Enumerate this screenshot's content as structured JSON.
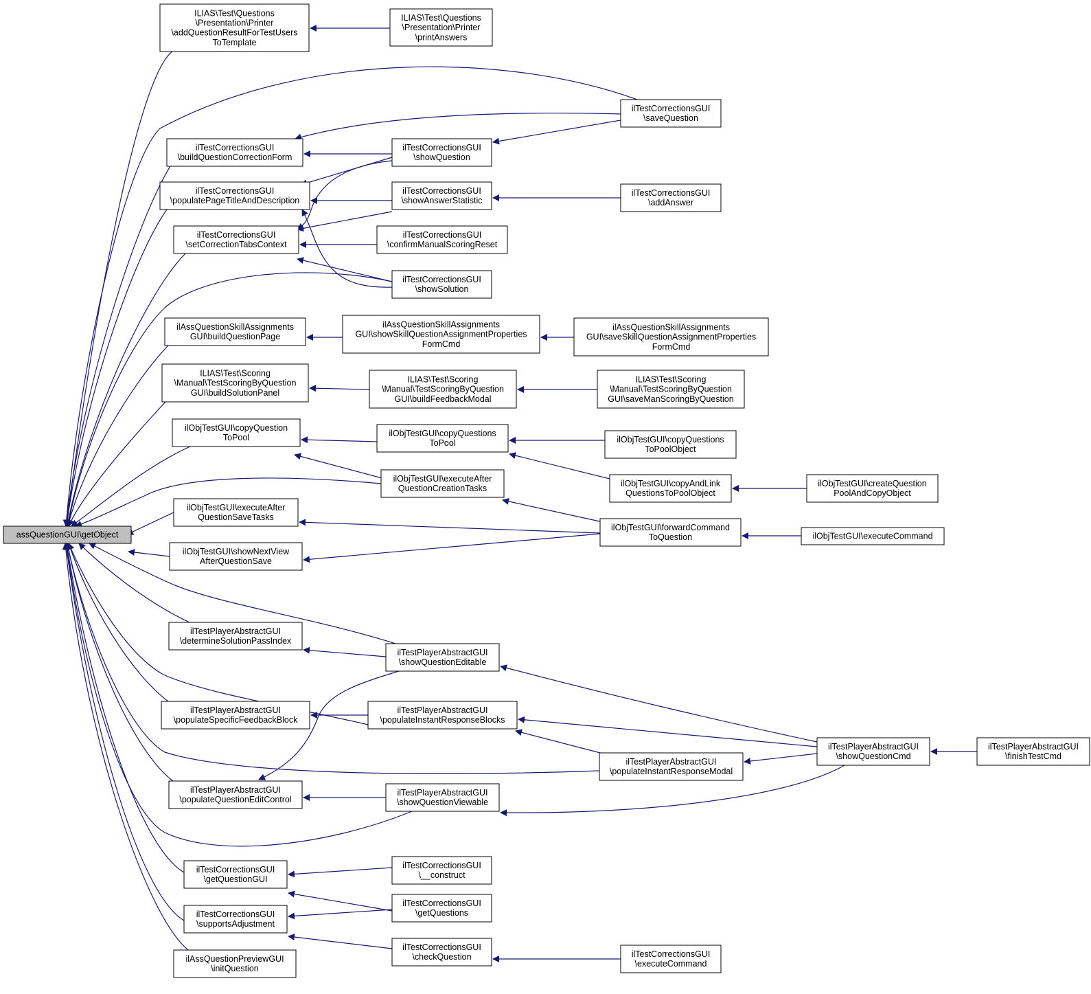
{
  "colors": {
    "edge": "#191970",
    "node_fill": "#ffffff",
    "root_fill": "#bfbfbf",
    "node_border": "#000000"
  },
  "nodes": [
    {
      "id": "root",
      "root": true,
      "lines": [
        "assQuestionGUI\\getObject"
      ]
    },
    {
      "id": "a1",
      "lines": [
        "ILIAS\\Test\\Questions",
        "\\Presentation\\Printer",
        "\\addQuestionResultForTestUsers",
        "ToTemplate"
      ]
    },
    {
      "id": "a2",
      "lines": [
        "ilTestCorrectionsGUI",
        "\\buildQuestionCorrectionForm"
      ]
    },
    {
      "id": "a3",
      "lines": [
        "ilTestCorrectionsGUI",
        "\\populatePageTitleAndDescription"
      ]
    },
    {
      "id": "a4",
      "lines": [
        "ilTestCorrectionsGUI",
        "\\setCorrectionTabsContext"
      ]
    },
    {
      "id": "a5",
      "lines": [
        "ilAssQuestionSkillAssignments",
        "GUI\\buildQuestionPage"
      ]
    },
    {
      "id": "a6",
      "lines": [
        "ILIAS\\Test\\Scoring",
        "\\Manual\\TestScoringByQuestion",
        "GUI\\buildSolutionPanel"
      ]
    },
    {
      "id": "a7",
      "lines": [
        "ilObjTestGUI\\copyQuestion",
        "ToPool"
      ]
    },
    {
      "id": "a8",
      "lines": [
        "ilObjTestGUI\\executeAfter",
        "QuestionSaveTasks"
      ]
    },
    {
      "id": "a9",
      "lines": [
        "ilObjTestGUI\\showNextView",
        "AfterQuestionSave"
      ]
    },
    {
      "id": "a10",
      "lines": [
        "ilTestPlayerAbstractGUI",
        "\\determineSolutionPassIndex"
      ]
    },
    {
      "id": "a11",
      "lines": [
        "ilTestPlayerAbstractGUI",
        "\\populateSpecificFeedbackBlock"
      ]
    },
    {
      "id": "a12",
      "lines": [
        "ilTestPlayerAbstractGUI",
        "\\populateQuestionEditControl"
      ]
    },
    {
      "id": "a13",
      "lines": [
        "ilTestCorrectionsGUI",
        "\\getQuestionGUI"
      ]
    },
    {
      "id": "a14",
      "lines": [
        "ilTestCorrectionsGUI",
        "\\supportsAdjustment"
      ]
    },
    {
      "id": "a15",
      "lines": [
        "ilAssQuestionPreviewGUI",
        "\\initQuestion"
      ]
    },
    {
      "id": "b1",
      "lines": [
        "ILIAS\\Test\\Questions",
        "\\Presentation\\Printer",
        "\\printAnswers"
      ]
    },
    {
      "id": "b2",
      "lines": [
        "ilTestCorrectionsGUI",
        "\\showQuestion"
      ]
    },
    {
      "id": "b3",
      "lines": [
        "ilTestCorrectionsGUI",
        "\\showAnswerStatistic"
      ]
    },
    {
      "id": "b4",
      "lines": [
        "ilTestCorrectionsGUI",
        "\\confirmManualScoringReset"
      ]
    },
    {
      "id": "b5",
      "lines": [
        "ilTestCorrectionsGUI",
        "\\showSolution"
      ]
    },
    {
      "id": "b6",
      "lines": [
        "ilAssQuestionSkillAssignments",
        "GUI\\showSkillQuestionAssignmentProperties",
        "FormCmd"
      ]
    },
    {
      "id": "b7",
      "lines": [
        "ILIAS\\Test\\Scoring",
        "\\Manual\\TestScoringByQuestion",
        "GUI\\buildFeedbackModal"
      ]
    },
    {
      "id": "b8",
      "lines": [
        "ilObjTestGUI\\copyQuestions",
        "ToPool"
      ]
    },
    {
      "id": "b9",
      "lines": [
        "ilObjTestGUI\\executeAfter",
        "QuestionCreationTasks"
      ]
    },
    {
      "id": "b10",
      "lines": [
        "ilTestPlayerAbstractGUI",
        "\\showQuestionEditable"
      ]
    },
    {
      "id": "b11",
      "lines": [
        "ilTestPlayerAbstractGUI",
        "\\populateInstantResponseBlocks"
      ]
    },
    {
      "id": "b12",
      "lines": [
        "ilTestPlayerAbstractGUI",
        "\\showQuestionViewable"
      ]
    },
    {
      "id": "b13",
      "lines": [
        "ilTestCorrectionsGUI",
        "\\__construct"
      ]
    },
    {
      "id": "b14",
      "lines": [
        "ilTestCorrectionsGUI",
        "\\getQuestions"
      ]
    },
    {
      "id": "b15",
      "lines": [
        "ilTestCorrectionsGUI",
        "\\checkQuestion"
      ]
    },
    {
      "id": "c1",
      "lines": [
        "ilTestCorrectionsGUI",
        "\\saveQuestion"
      ]
    },
    {
      "id": "c2",
      "lines": [
        "ilTestCorrectionsGUI",
        "\\addAnswer"
      ]
    },
    {
      "id": "c3",
      "lines": [
        "ilAssQuestionSkillAssignments",
        "GUI\\saveSkillQuestionAssignmentProperties",
        "FormCmd"
      ]
    },
    {
      "id": "c4",
      "lines": [
        "ILIAS\\Test\\Scoring",
        "\\Manual\\TestScoringByQuestion",
        "GUI\\saveManScoringByQuestion"
      ]
    },
    {
      "id": "c5",
      "lines": [
        "ilObjTestGUI\\copyQuestions",
        "ToPoolObject"
      ]
    },
    {
      "id": "c6",
      "lines": [
        "ilObjTestGUI\\copyAndLink",
        "QuestionsToPoolObject"
      ]
    },
    {
      "id": "c7",
      "lines": [
        "ilObjTestGUI\\forwardCommand",
        "ToQuestion"
      ]
    },
    {
      "id": "c8",
      "lines": [
        "ilTestPlayerAbstractGUI",
        "\\populateInstantResponseModal"
      ]
    },
    {
      "id": "c9",
      "lines": [
        "ilTestCorrectionsGUI",
        "\\executeCommand"
      ]
    },
    {
      "id": "d1",
      "lines": [
        "ilObjTestGUI\\createQuestion",
        "PoolAndCopyObject"
      ]
    },
    {
      "id": "d2",
      "lines": [
        "ilObjTestGUI\\executeCommand"
      ]
    },
    {
      "id": "d3",
      "lines": [
        "ilTestPlayerAbstractGUI",
        "\\showQuestionCmd"
      ]
    },
    {
      "id": "e1",
      "lines": [
        "ilTestPlayerAbstractGUI",
        "\\finishTestCmd"
      ]
    }
  ],
  "edges": [
    {
      "from": "a1",
      "to": "root"
    },
    {
      "from": "c1",
      "to": "root"
    },
    {
      "from": "a2",
      "to": "root"
    },
    {
      "from": "a3",
      "to": "root"
    },
    {
      "from": "a4",
      "to": "root"
    },
    {
      "from": "b5",
      "to": "root"
    },
    {
      "from": "a5",
      "to": "root"
    },
    {
      "from": "a6",
      "to": "root"
    },
    {
      "from": "a7",
      "to": "root"
    },
    {
      "from": "b9",
      "to": "root"
    },
    {
      "from": "a8",
      "to": "root"
    },
    {
      "from": "a9",
      "to": "root"
    },
    {
      "from": "b10",
      "to": "root"
    },
    {
      "from": "a10",
      "to": "root"
    },
    {
      "from": "b11",
      "to": "root"
    },
    {
      "from": "a11",
      "to": "root"
    },
    {
      "from": "c8",
      "to": "root"
    },
    {
      "from": "a12",
      "to": "root"
    },
    {
      "from": "b12",
      "to": "root"
    },
    {
      "from": "a13",
      "to": "root"
    },
    {
      "from": "a14",
      "to": "root"
    },
    {
      "from": "a15",
      "to": "root"
    },
    {
      "from": "b1",
      "to": "a1"
    },
    {
      "from": "c1",
      "to": "a2"
    },
    {
      "from": "b2",
      "to": "a2"
    },
    {
      "from": "b2",
      "to": "a3"
    },
    {
      "from": "b3",
      "to": "a3"
    },
    {
      "from": "b5",
      "to": "a3"
    },
    {
      "from": "b2",
      "to": "a4"
    },
    {
      "from": "b3",
      "to": "a4"
    },
    {
      "from": "b4",
      "to": "a4"
    },
    {
      "from": "b5",
      "to": "a4"
    },
    {
      "from": "b6",
      "to": "a5"
    },
    {
      "from": "b7",
      "to": "a6"
    },
    {
      "from": "b8",
      "to": "a7"
    },
    {
      "from": "b9",
      "to": "a7"
    },
    {
      "from": "c7",
      "to": "a8"
    },
    {
      "from": "c7",
      "to": "a9"
    },
    {
      "from": "b10",
      "to": "a10"
    },
    {
      "from": "b11",
      "to": "a11"
    },
    {
      "from": "b10",
      "to": "a12"
    },
    {
      "from": "b12",
      "to": "a12"
    },
    {
      "from": "b13",
      "to": "a13"
    },
    {
      "from": "b14",
      "to": "a13"
    },
    {
      "from": "b14",
      "to": "a14"
    },
    {
      "from": "b15",
      "to": "a14"
    },
    {
      "from": "c1",
      "to": "b2"
    },
    {
      "from": "c2",
      "to": "b3"
    },
    {
      "from": "c3",
      "to": "b6"
    },
    {
      "from": "c4",
      "to": "b7"
    },
    {
      "from": "c5",
      "to": "b8"
    },
    {
      "from": "c6",
      "to": "b8"
    },
    {
      "from": "c7",
      "to": "b9"
    },
    {
      "from": "d3",
      "to": "b10"
    },
    {
      "from": "d3",
      "to": "b11"
    },
    {
      "from": "c8",
      "to": "b11"
    },
    {
      "from": "d3",
      "to": "b12"
    },
    {
      "from": "c9",
      "to": "b15"
    },
    {
      "from": "d1",
      "to": "c6"
    },
    {
      "from": "d2",
      "to": "c7"
    },
    {
      "from": "d3",
      "to": "c8"
    },
    {
      "from": "e1",
      "to": "d3"
    }
  ]
}
